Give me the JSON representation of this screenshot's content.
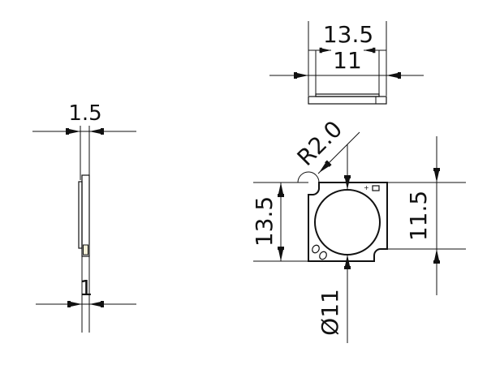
{
  "drawing": {
    "type": "technical dimension drawing",
    "views": {
      "side_view": {
        "dimensions": {
          "total_thickness": "1.5",
          "board_thickness": "1"
        }
      },
      "top_view": {
        "dimensions": {
          "board_width": "13.5",
          "inner_width": "11"
        }
      },
      "front_view": {
        "dimensions": {
          "corner_radius": "R2.0",
          "board_height": "13.5",
          "inner_height": "11.5",
          "emitter_diameter": "Ø11"
        }
      }
    },
    "colors": {
      "line": "#111111",
      "background": "#ffffff",
      "pad_fill": "#f5f1d8"
    }
  }
}
